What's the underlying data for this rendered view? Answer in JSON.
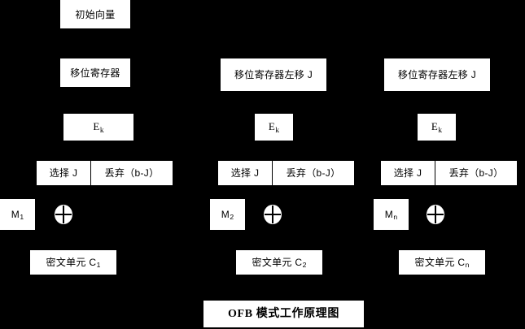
{
  "diagram": {
    "title": "OFB 模式工作原理图",
    "background_color": "#000000",
    "box_color": "#ffffff",
    "text_color": "#000000",
    "xor_symbol_name": "xor-circle-plus",
    "columns": [
      {
        "index": 1,
        "initial_vector": "初始向量",
        "shift_register": "移位寄存器",
        "encrypt_label_base": "E",
        "encrypt_label_sub": "k",
        "select_label": "选择 J",
        "discard_label": "丢弃（b-J）",
        "message_base": "M",
        "message_sub": "1",
        "cipher_prefix": "密文单元 C",
        "cipher_sub": "1"
      },
      {
        "index": 2,
        "shift_register": "移位寄存器左移 J",
        "encrypt_label_base": "E",
        "encrypt_label_sub": "k",
        "select_label": "选择 J",
        "discard_label": "丢弃（b-J）",
        "message_base": "M",
        "message_sub": "2",
        "cipher_prefix": "密文单元 C",
        "cipher_sub": "2"
      },
      {
        "index": 3,
        "shift_register": "移位寄存器左移 J",
        "encrypt_label_base": "E",
        "encrypt_label_sub": "k",
        "select_label": "选择 J",
        "discard_label": "丢弃（b-J）",
        "message_base": "M",
        "message_sub": "n",
        "cipher_prefix": "密文单元 C",
        "cipher_sub": "n"
      }
    ]
  }
}
